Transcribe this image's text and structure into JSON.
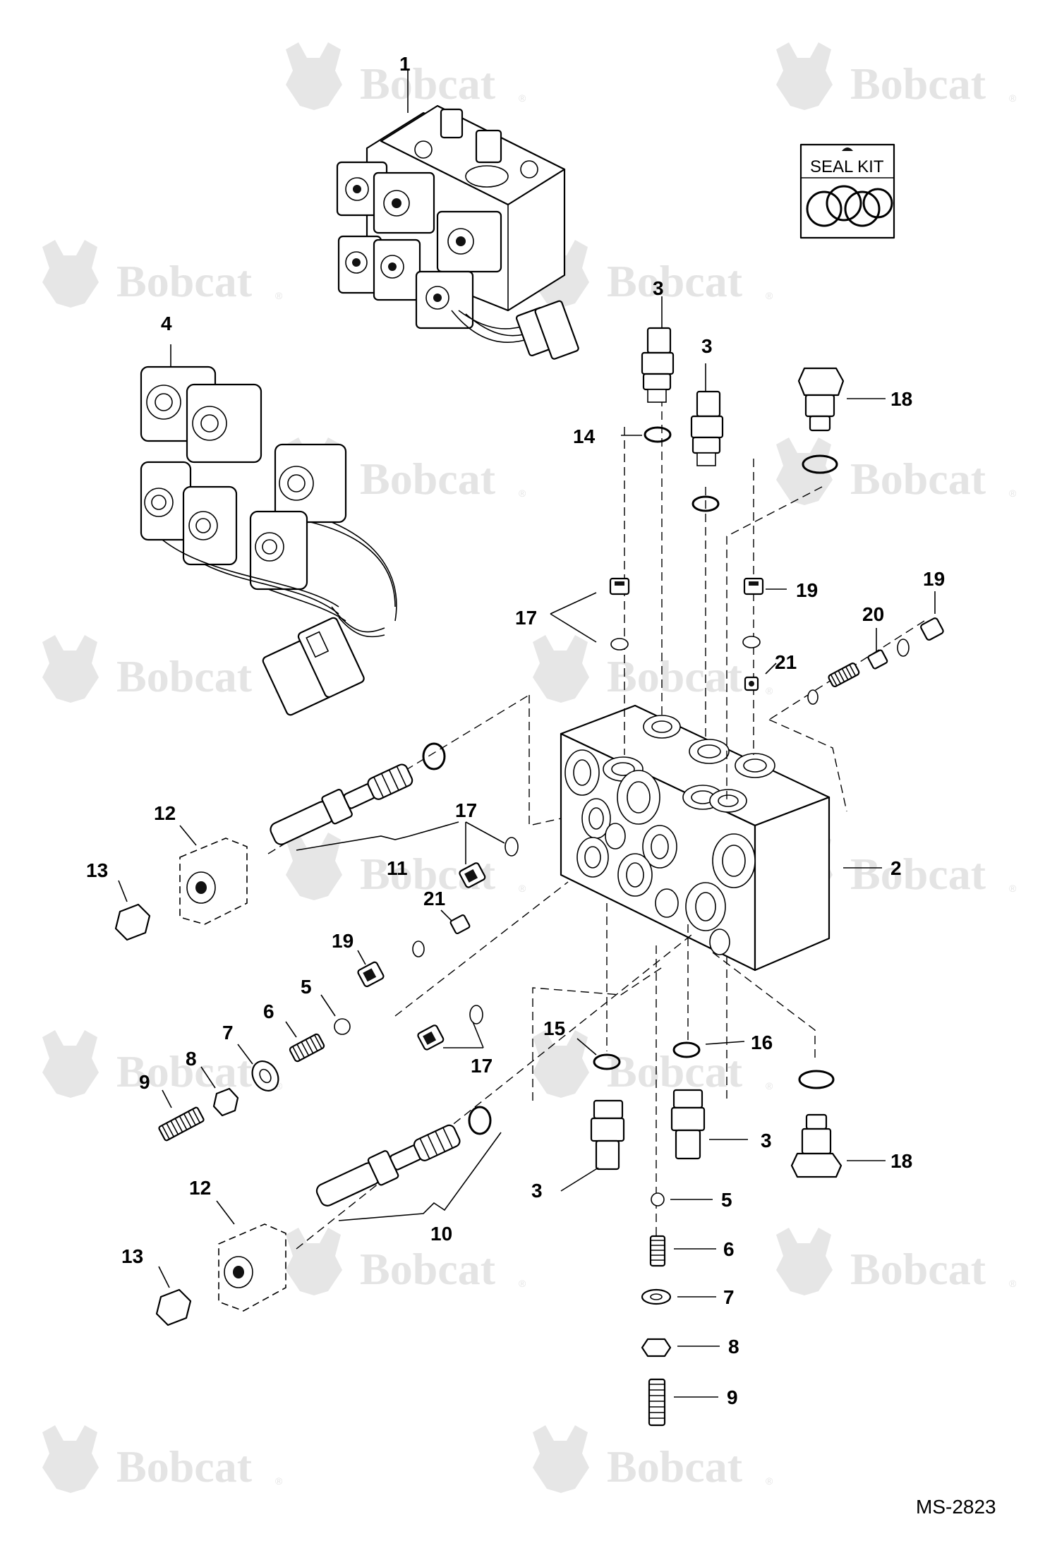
{
  "watermark": {
    "text": "Bobcat",
    "reg": "®"
  },
  "seal_kit": {
    "label": "SEAL KIT"
  },
  "drawing_number": "MS-2823",
  "callouts": {
    "c1": "1",
    "c2": "2",
    "c3a": "3",
    "c3b": "3",
    "c3c": "3",
    "c3d": "3",
    "c4": "4",
    "c5a": "5",
    "c5b": "5",
    "c6a": "6",
    "c6b": "6",
    "c7a": "7",
    "c7b": "7",
    "c8a": "8",
    "c8b": "8",
    "c9a": "9",
    "c9b": "9",
    "c10": "10",
    "c11": "11",
    "c12a": "12",
    "c12b": "12",
    "c13a": "13",
    "c13b": "13",
    "c14": "14",
    "c15": "15",
    "c16": "16",
    "c17a": "17",
    "c17b": "17",
    "c17c": "17",
    "c18a": "18",
    "c18b": "18",
    "c19a": "19",
    "c19b": "19",
    "c19c": "19",
    "c20": "20",
    "c21a": "21",
    "c21b": "21"
  }
}
